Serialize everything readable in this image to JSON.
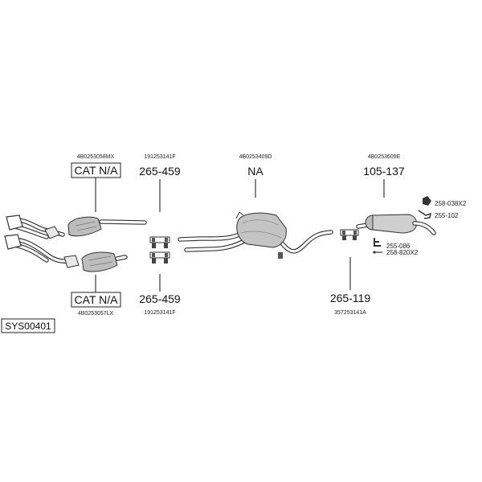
{
  "diagram": {
    "system_code": "SYS00401",
    "front_upper": {
      "part_code": "4B0253058MX",
      "label": "CAT N/A"
    },
    "front_lower": {
      "part_code": "4B0253057LX",
      "label": "CAT N/A"
    },
    "clamp_upper": {
      "part_code": "191253141F",
      "number": "265-459"
    },
    "clamp_lower": {
      "part_code": "191253141F",
      "number": "265-459"
    },
    "middle_silencer": {
      "part_code": "4B0253409D",
      "label": "NA"
    },
    "rear_silencer": {
      "part_code": "4B0253609E",
      "number": "105-137"
    },
    "rear_clamp": {
      "part_code": "357253141A",
      "number": "265-119"
    },
    "accessories": [
      {
        "number": "258-038X2"
      },
      {
        "number": "255-102"
      },
      {
        "number": "255-086"
      },
      {
        "number": "258-820X2"
      }
    ]
  }
}
